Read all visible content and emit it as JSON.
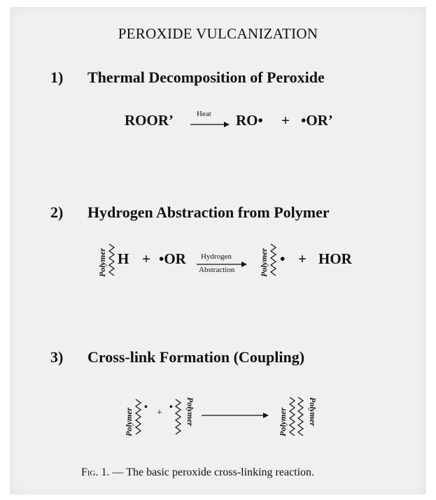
{
  "title": "PEROXIDE VULCANIZATION",
  "steps": [
    {
      "number": "1)",
      "title": "Thermal Decomposition of Peroxide",
      "reactant": "ROOR’",
      "arrow_label": "Heat",
      "products": [
        "RO•",
        "+",
        "•OR’"
      ]
    },
    {
      "number": "2)",
      "title": "Hydrogen Abstraction from Polymer",
      "polymer_label": "Polymer",
      "reactant_suffix": "H",
      "plus": "+",
      "radical": "•OR",
      "arrow_label_top": "Hydrogen",
      "arrow_label_bottom": "Abstraction",
      "product_radical": "•",
      "product_plus": "+",
      "byproduct": "HOR"
    },
    {
      "number": "3)",
      "title": "Cross-link Formation (Coupling)",
      "polymer_label": "Polymer",
      "radical": "•",
      "plus": "+"
    }
  ],
  "caption": {
    "fig": "Fig. 1.",
    "dash": " — ",
    "text": "The basic peroxide cross-linking reaction."
  }
}
